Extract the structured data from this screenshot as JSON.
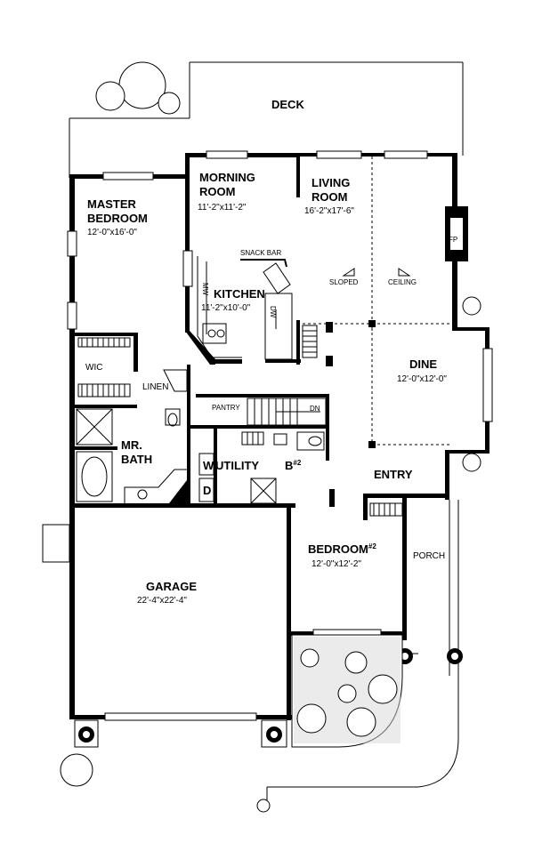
{
  "rooms": {
    "deck": "DECK",
    "morning_room": {
      "name_line1": "MORNING",
      "name_line2": "ROOM",
      "dims": "11'-2\"x11'-2\""
    },
    "living_room": {
      "name_line1": "LIVING",
      "name_line2": "ROOM",
      "dims": "16'-2\"x17'-6\""
    },
    "master_bedroom": {
      "name_line1": "MASTER",
      "name_line2": "BEDROOM",
      "dims": "12'-0\"x16'-0\""
    },
    "kitchen": {
      "name": "KITCHEN",
      "dims": "11'-2\"x10'-0\""
    },
    "dine": {
      "name": "DINE",
      "dims": "12'-0\"x12'-0\""
    },
    "garage": {
      "name": "GARAGE",
      "dims": "22'-4\"x22'-4\""
    },
    "bedroom2": {
      "name": "BEDROOM",
      "number": "#2",
      "dims": "12'-0\"x12'-2\""
    },
    "mr_bath": {
      "name_line1": "MR.",
      "name_line2": "BATH"
    },
    "utility": "UTILITY",
    "bath2": {
      "name": "B",
      "number": "#2"
    },
    "entry": "ENTRY",
    "porch": "PORCH",
    "wic": "WIC",
    "linen": "LINEN",
    "pantry": "PANTRY"
  },
  "annotations": {
    "snack_bar": "SNACK BAR",
    "mw": "MW",
    "dw": "DW",
    "sloped": "SLOPED",
    "ceiling": "CEILING",
    "fp": "FP",
    "dn": "DN",
    "washer": "W",
    "dryer": "D"
  }
}
